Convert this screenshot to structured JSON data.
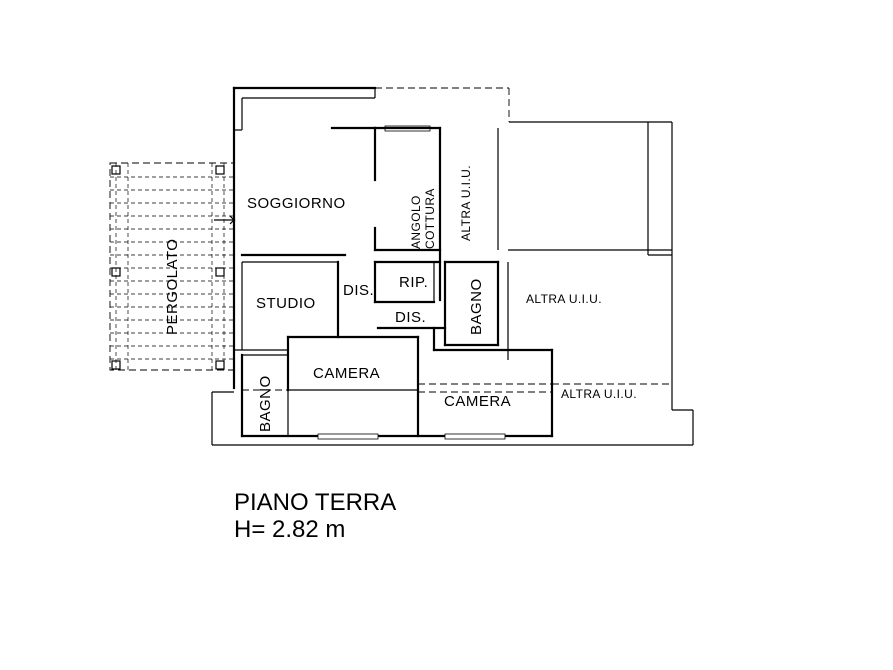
{
  "floor": {
    "name": "PIANO TERRA",
    "height": "H= 2.82 m"
  },
  "rooms": {
    "soggiorno": "SOGGIORNO",
    "angolo_line1": "ANGOLO",
    "angolo_line2": "COTTURA",
    "altra_uiu_top": "ALTRA U.I.U.",
    "altra_uiu_mid": "ALTRA U.I.U.",
    "altra_uiu_right": "ALTRA U.I.U.",
    "rip": "RIP.",
    "bagno_upper": "BAGNO",
    "studio": "STUDIO",
    "dis_left": "DIS.",
    "dis_center": "DIS.",
    "camera_left": "CAMERA",
    "camera_right": "CAMERA",
    "bagno_lower": "BAGNO",
    "pergolato": "PERGOLATO"
  }
}
